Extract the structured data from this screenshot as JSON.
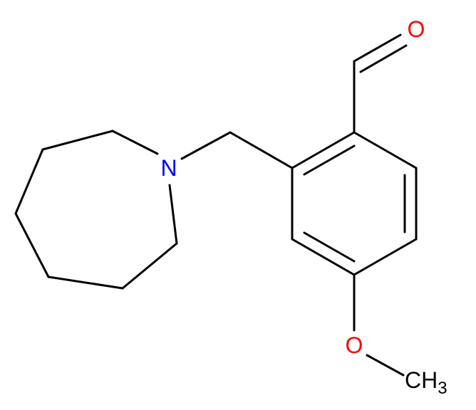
{
  "molecule": {
    "atoms": [
      {
        "id": "o_aldehyde",
        "label": "O",
        "color": "#ff0000"
      },
      {
        "id": "n_azepane",
        "label": "N",
        "color": "#0000ff"
      },
      {
        "id": "o_methoxy",
        "label": "O",
        "color": "#ff0000"
      },
      {
        "id": "ch3",
        "label": "CH",
        "subscript": "3",
        "color": "#000000"
      }
    ],
    "bond_color": "#000000"
  }
}
